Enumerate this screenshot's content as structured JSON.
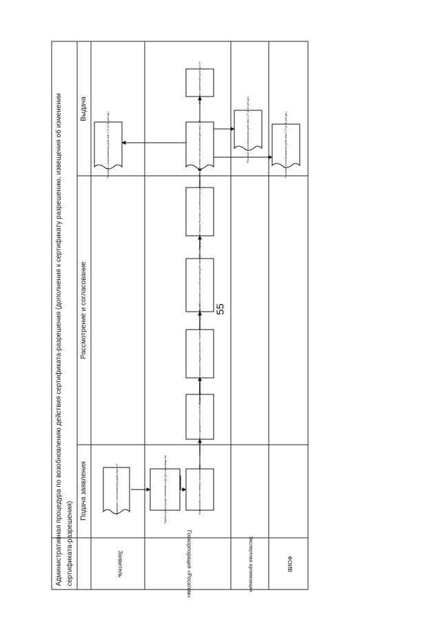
{
  "page_number": "55",
  "title": {
    "line1": "Административная процедура по возобновлению действия сертификата-разрешения (дополнения к сертификату разрешению, извещения об изменении",
    "line2": "сертификата-разрешения)"
  },
  "phases": {
    "p1": "Подача заявления",
    "p2": "Рассмотрение и согласование",
    "p3": "Выдача"
  },
  "lanes": {
    "l1": "Заявитель",
    "l2": "Госкорпорация «Росатом»",
    "l3": "Экспертная организация",
    "l4": "ФОИВ"
  },
  "boxes": {
    "b1": "Заявление о возобновлении действия С-Р",
    "b2": "Прием и регистрация заявления в ДИ Дел производства",
    "b3": "Назначение ответственного исполнителя",
    "b4": "Анализ комплекта документов по возобновлению действия С-Р",
    "b5": "Подготовка ответа о возможности выдачи решения о возобновлении действия С-Р",
    "b6": "Принятие решения о возобновлении действия С-Р",
    "b7": "Оформление бланка Решения о возобновлении действия С-Р",
    "b8": "Решение о возобновлении действия С-Р",
    "b9": "Внесение изменений в реестр С-Р",
    "d1": "Решение о возобновлении действия С-Р (4 30 раб.дн.)",
    "d2": "Решение о возобновлении действия С-Р (1 30 раб.дн.)",
    "d3": "Решение о возобновлении действия С-Р (5 30 раб.дн.)"
  }
}
